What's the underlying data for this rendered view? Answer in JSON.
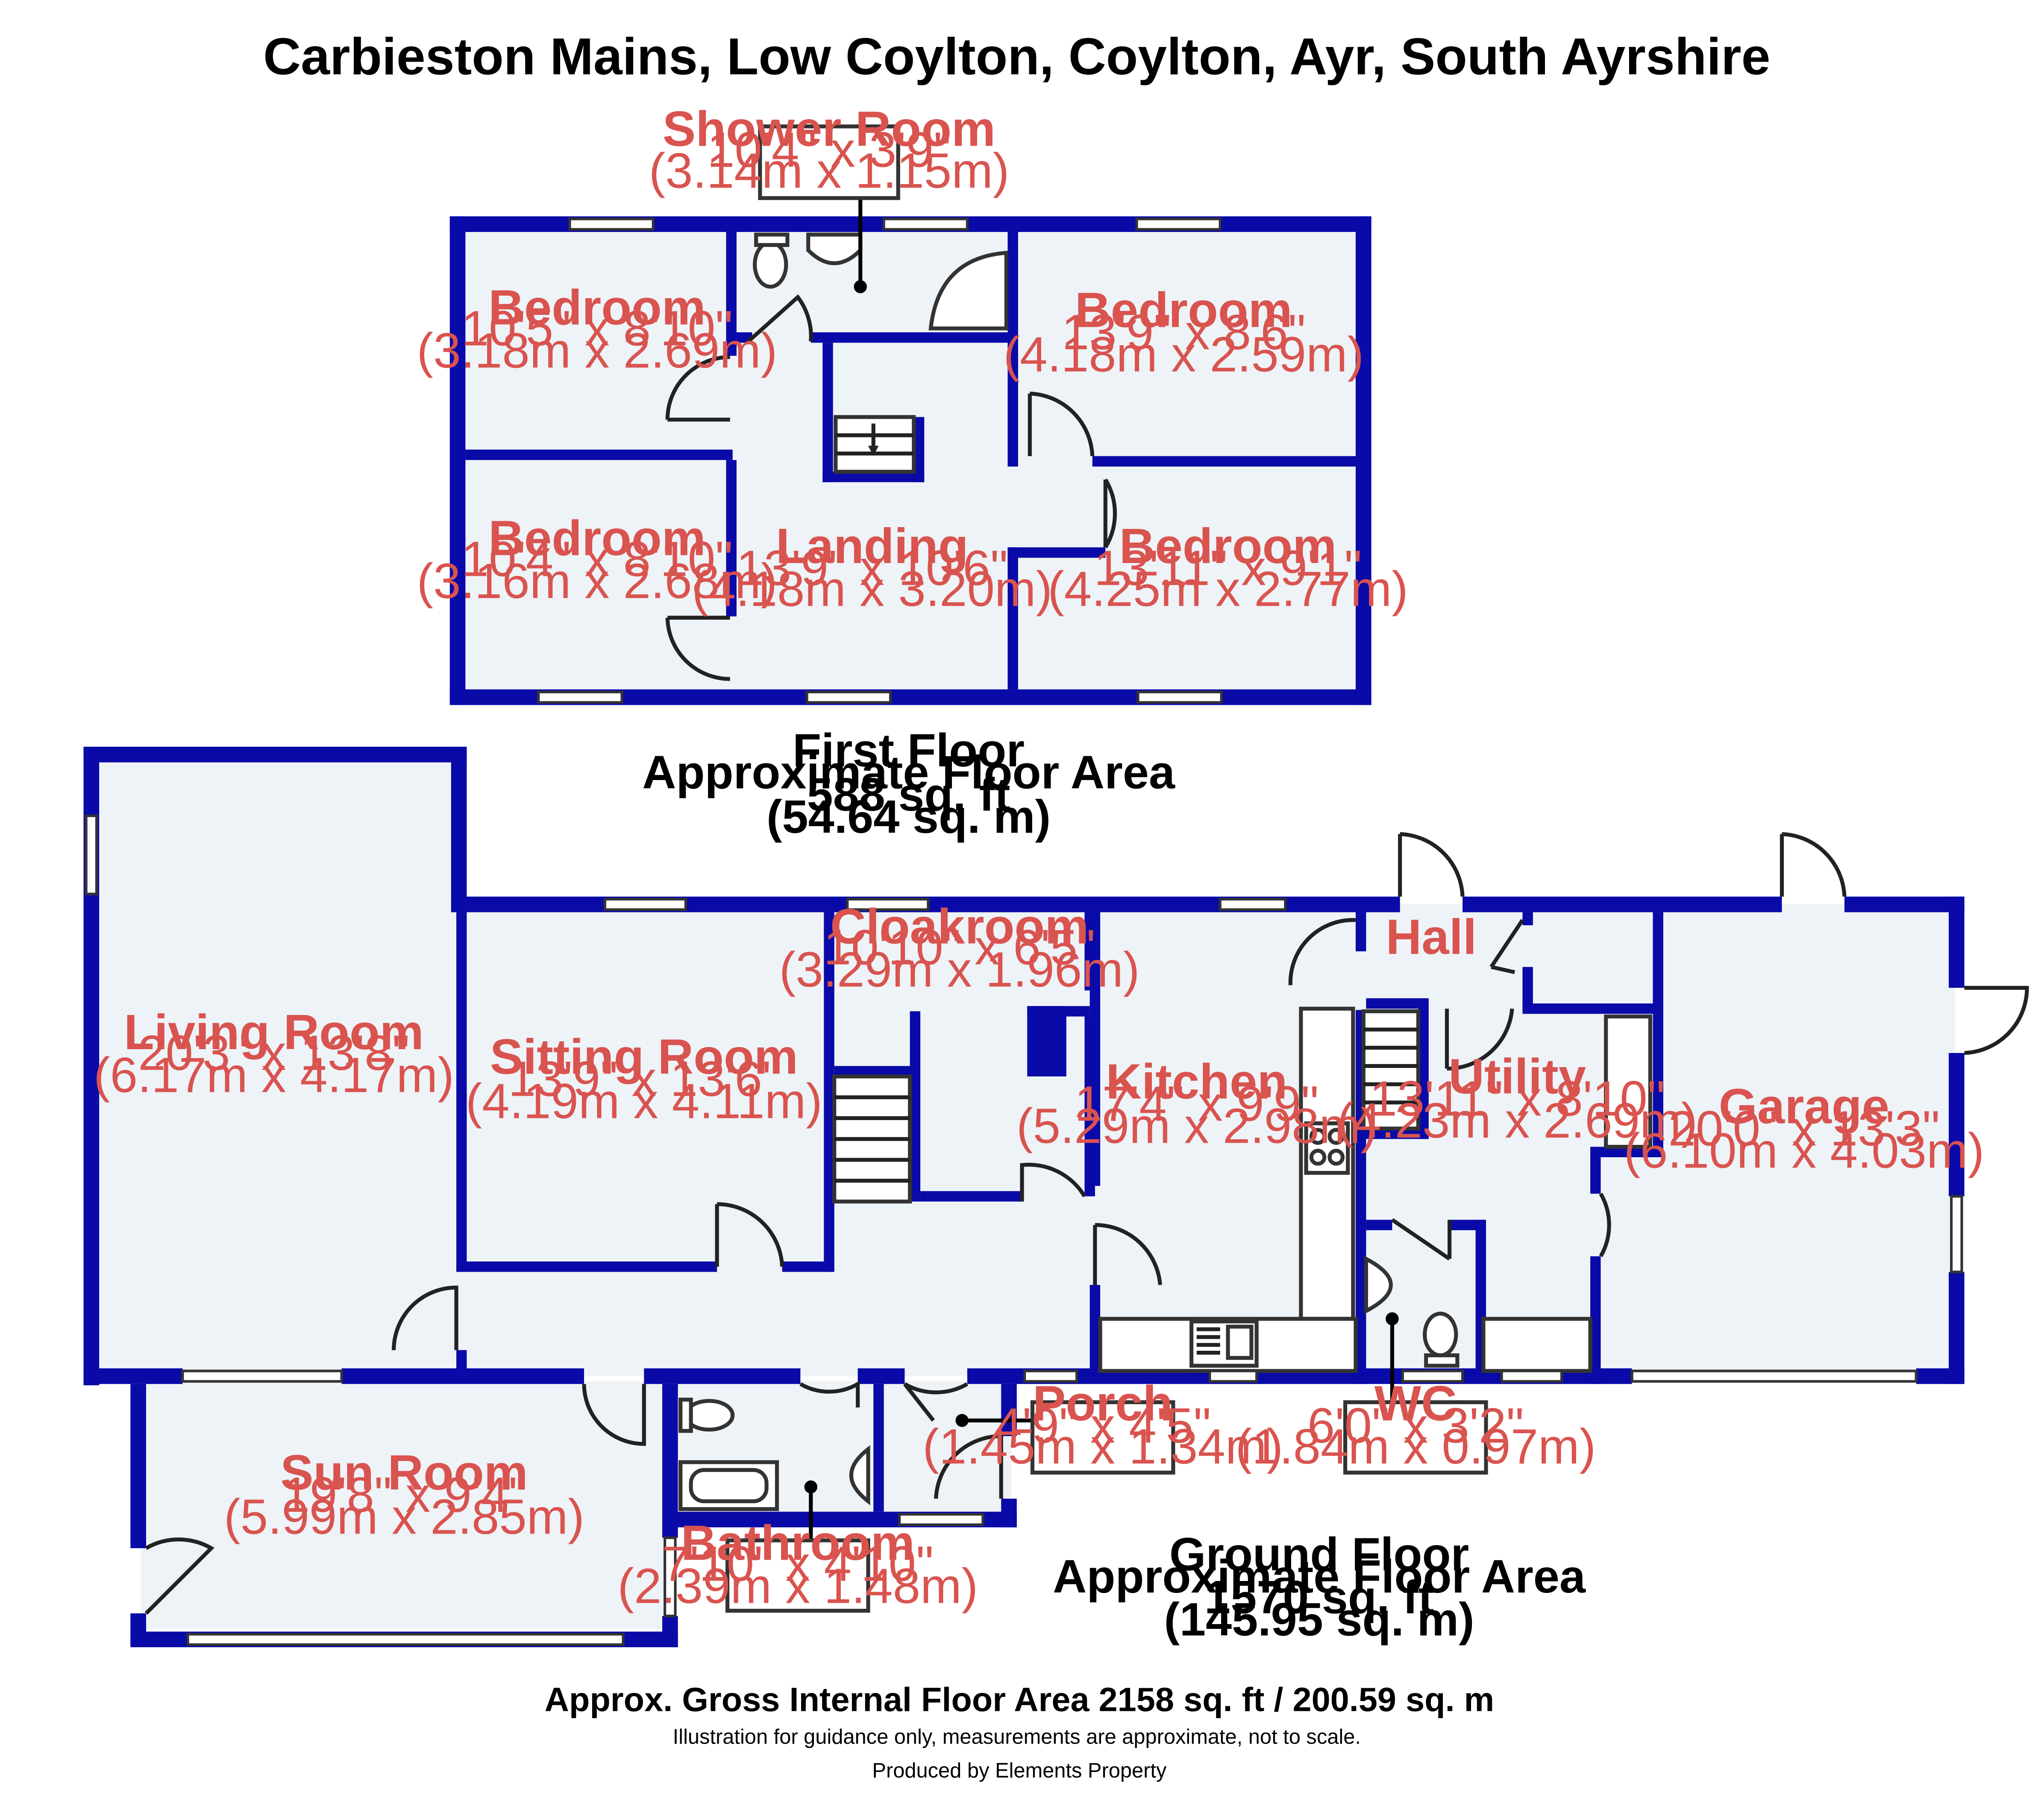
{
  "title": "Carbieston Mains, Low Coylton, Coylton, Ayr, South Ayrshire",
  "colors": {
    "wall": "#0a0aa8",
    "floor": "#eef3f7",
    "label": "#d9534f"
  },
  "rooms": {
    "shower_room": {
      "name": "Shower Room",
      "imperial": "10'4\" x 3'9\"",
      "metric": "(3.14m x 1.15m)"
    },
    "bedroom1": {
      "name": "Bedroom",
      "imperial": "10'5\" x 8'10\"",
      "metric": "(3.18m x 2.69m)"
    },
    "bedroom2": {
      "name": "Bedroom",
      "imperial": "13'9\" x 8'6\"",
      "metric": "(4.18m x 2.59m)"
    },
    "bedroom3": {
      "name": "Bedroom",
      "imperial": "10'4\" x 8'10\"",
      "metric": "(3.16m x 2.68m)"
    },
    "landing": {
      "name": "Landing",
      "imperial": "13'9\" x 10'6\"",
      "metric": "(4.18m x 3.20m)"
    },
    "bedroom4": {
      "name": "Bedroom",
      "imperial": "13'11\" x 9'1\"",
      "metric": "(4.25m x 2.77m)"
    },
    "living_room": {
      "name": "Living Room",
      "imperial": "20'3\" x 13'8\"",
      "metric": "(6.17m x 4.17m)"
    },
    "sitting_room": {
      "name": "Sitting Room",
      "imperial": "13'9\" x 13'6\"",
      "metric": "(4.19m x 4.11m)"
    },
    "cloakroom": {
      "name": "Cloakroom",
      "imperial": "10'10\" x 6'5\"",
      "metric": "(3.29m x 1.96m)"
    },
    "kitchen": {
      "name": "Kitchen",
      "imperial": "17'4\" x 9'9\"",
      "metric": "(5.29m x 2.98m)"
    },
    "hall": {
      "name": "Hall"
    },
    "utility": {
      "name": "Utility",
      "imperial": "13'11\" x 8'10\"",
      "metric": "(4.23m x 2.69m)"
    },
    "garage": {
      "name": "Garage",
      "imperial": "20'0\" x 13'3\"",
      "metric": "(6.10m x 4.03m)"
    },
    "sun_room": {
      "name": "Sun Room",
      "imperial": "19'8\" x 9'4\"",
      "metric": "(5.99m x 2.85m)"
    },
    "porch": {
      "name": "Porch",
      "imperial": "4'9\" x 4'5\"",
      "metric": "(1.45m x 1.34m)"
    },
    "wc": {
      "name": "WC",
      "imperial": "6'0\" x 3'2\"",
      "metric": "(1.84m x 0.97m)"
    },
    "bathroom": {
      "name": "Bathroom",
      "imperial": "7'10\" x 4'10\"",
      "metric": "(2.39m x 1.48m)"
    }
  },
  "first_floor": {
    "label": "First Floor",
    "caption": "Approximate Floor Area",
    "sqft": "588 sq. ft",
    "sqm": "(54.64 sq. m)"
  },
  "ground_floor": {
    "label": "Ground Floor",
    "caption": "Approximate Floor Area",
    "sqft": "1570 sq. ft",
    "sqm": "(145.95 sq. m)"
  },
  "footer": {
    "gross_area": "Approx. Gross Internal Floor Area 2158 sq. ft / 200.59 sq. m",
    "disclaimer": "Illustration for guidance only, measurements are approximate, not to scale.",
    "producer": "Produced by Elements Property"
  }
}
